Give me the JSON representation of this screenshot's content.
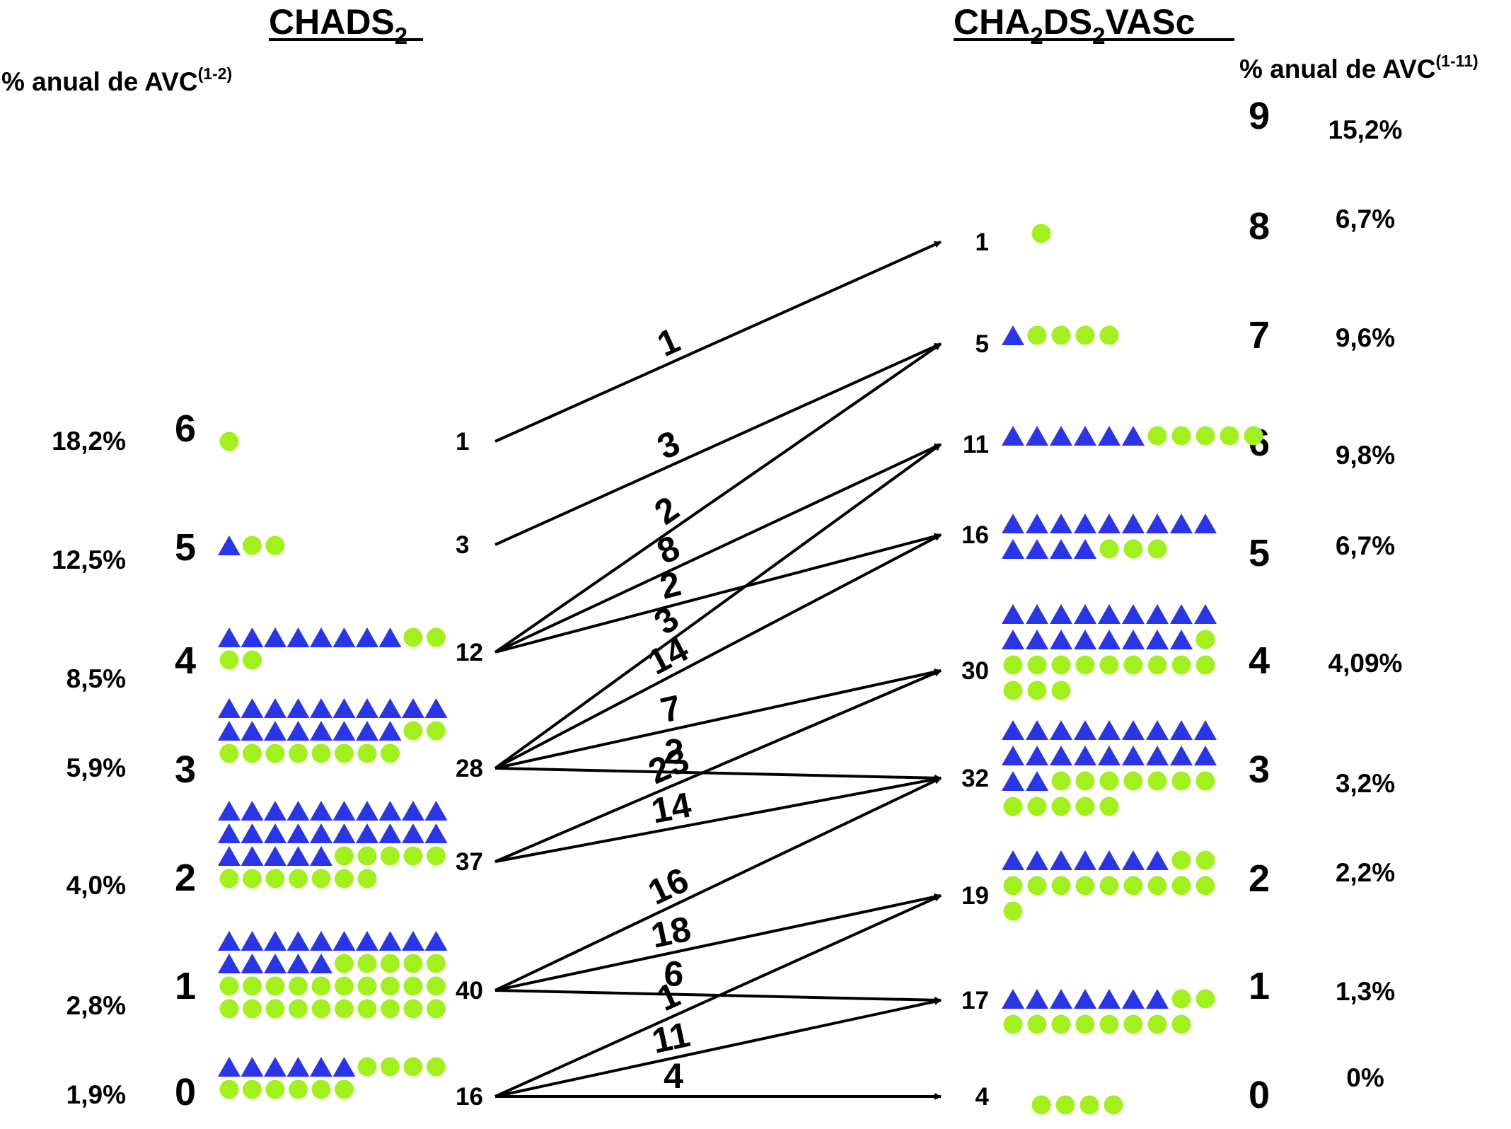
{
  "header": {
    "left_title_main": "CHADS",
    "left_title_sub": "2",
    "right_title_parts": [
      "CHA",
      "2",
      "DS",
      "2",
      "VASc"
    ],
    "left_rate_title": "% anual de AVC",
    "left_rate_ref": "(1-2)",
    "right_rate_title": "% anual de AVC",
    "right_rate_ref": "(1-11)"
  },
  "colors": {
    "triangle": "#2a35e6",
    "circle": "#a2f01e",
    "ink": "#000000"
  },
  "legend_marks": {
    "triangle": "blue-triangle",
    "circle": "green-circle"
  },
  "chads2": [
    {
      "score": "6",
      "rate": "18,2%",
      "count": "1",
      "triangles": 0,
      "circles": 1
    },
    {
      "score": "5",
      "rate": "12,5%",
      "count": "3",
      "triangles": 1,
      "circles": 2
    },
    {
      "score": "4",
      "rate": "8,5%",
      "count": "12",
      "triangles": 8,
      "circles": 4
    },
    {
      "score": "3",
      "rate": "5,9%",
      "count": "28",
      "triangles": 18,
      "circles": 10
    },
    {
      "score": "2",
      "rate": "4,0%",
      "count": "37",
      "triangles": 25,
      "circles": 12
    },
    {
      "score": "1",
      "rate": "2,8%",
      "count": "40",
      "triangles": 15,
      "circles": 25
    },
    {
      "score": "0",
      "rate": "1,9%",
      "count": "16",
      "triangles": 6,
      "circles": 10
    }
  ],
  "cha2ds2vasc": [
    {
      "score": "9",
      "rate": "15,2%",
      "count": "",
      "triangles": 0,
      "circles": 0
    },
    {
      "score": "8",
      "rate": "6,7%",
      "count": "1",
      "triangles": 0,
      "circles": 1
    },
    {
      "score": "7",
      "rate": "9,6%",
      "count": "5",
      "triangles": 1,
      "circles": 4
    },
    {
      "score": "6",
      "rate": "9,8%",
      "count": "11",
      "triangles": 6,
      "circles": 5
    },
    {
      "score": "5",
      "rate": "6,7%",
      "count": "16",
      "triangles": 13,
      "circles": 3
    },
    {
      "score": "4",
      "rate": "4,09%",
      "count": "30",
      "triangles": 17,
      "circles": 13
    },
    {
      "score": "3",
      "rate": "3,2%",
      "count": "32",
      "triangles": 20,
      "circles": 12
    },
    {
      "score": "2",
      "rate": "2,2%",
      "count": "19",
      "triangles": 7,
      "circles": 12
    },
    {
      "score": "1",
      "rate": "1,3%",
      "count": "17",
      "triangles": 7,
      "circles": 10
    },
    {
      "score": "0",
      "rate": "0%",
      "count": "4",
      "triangles": 0,
      "circles": 4
    }
  ],
  "flows": [
    {
      "from": "6",
      "to": "8",
      "label": "1"
    },
    {
      "from": "5",
      "to": "7",
      "label": "3"
    },
    {
      "from": "4",
      "to": "7",
      "label": "2"
    },
    {
      "from": "4",
      "to": "6",
      "label": "8"
    },
    {
      "from": "4",
      "to": "5",
      "label": "2"
    },
    {
      "from": "3",
      "to": "6",
      "label": "3"
    },
    {
      "from": "3",
      "to": "5",
      "label": "14"
    },
    {
      "from": "3",
      "to": "4",
      "label": "7"
    },
    {
      "from": "3",
      "to": "3",
      "label": "2"
    },
    {
      "from": "2",
      "to": "4",
      "label": "23"
    },
    {
      "from": "2",
      "to": "3",
      "label": "14"
    },
    {
      "from": "1",
      "to": "3",
      "label": "16"
    },
    {
      "from": "1",
      "to": "2",
      "label": "18"
    },
    {
      "from": "1",
      "to": "1",
      "label": "6"
    },
    {
      "from": "0",
      "to": "2",
      "label": "1"
    },
    {
      "from": "0",
      "to": "1",
      "label": "11"
    },
    {
      "from": "0",
      "to": "0",
      "label": "4"
    }
  ]
}
